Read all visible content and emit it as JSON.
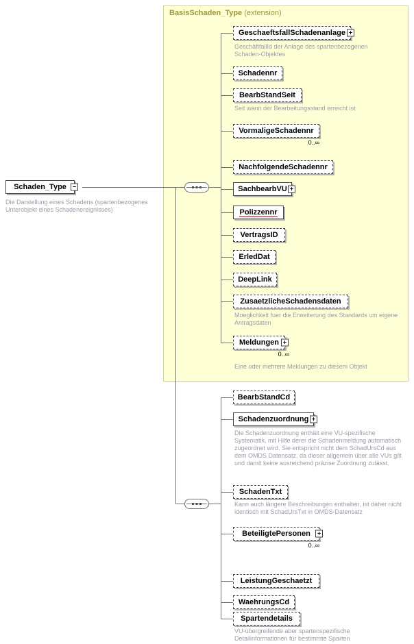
{
  "root": {
    "name": "Schaden_Type",
    "annotation": "Die Darstellung eines Schadens (spartenbezogenes Unterobjekt eines Schadenereignisses)"
  },
  "extension": {
    "title": "BasisSchaden_Type",
    "title_suffix": "(extension)",
    "items": [
      {
        "name": "GeschaeftsfallSchadenanlage",
        "annotation": "GeschäftfallId der Anlage des spartenbezogenen Schaden-Objektes"
      },
      {
        "name": "Schadennr"
      },
      {
        "name": "BearbStandSeit",
        "annotation": "Seit wann der Bearbeitungsstand erreicht ist"
      },
      {
        "name": "VormaligeSchadennr",
        "occurrence": "0..∞"
      },
      {
        "name": "NachfolgendeSchadennr"
      },
      {
        "name": "SachbearbVU"
      },
      {
        "name": "Polizzennr"
      },
      {
        "name": "VertragsID"
      },
      {
        "name": "ErledDat"
      },
      {
        "name": "DeepLink"
      },
      {
        "name": "ZusaetzlicheSchadensdaten",
        "annotation": "Moeglichkeit fuer die Erweiterung des Standards um eigene Antragsdaten"
      },
      {
        "name": "Meldungen",
        "occurrence": "0..∞",
        "annotation": "Eine oder mehrere Meldungen zu diesem Objekt"
      }
    ]
  },
  "local": {
    "items": [
      {
        "name": "BearbStandCd"
      },
      {
        "name": "Schadenzuordnung",
        "annotation": "Die Schadenzuordnung enthält eine VU-spezifische Systematik, mit Hilfe derer die Schadenmeldung automatisch zugeordnet wird. Sie entspricht nicht dem SchadUrsCd aus dem OMDS Datensatz, da dieser allgemein über alle VUs gilt und damit keine ausreichend präzise Zuordnung zulässt."
      },
      {
        "name": "SchadenTxt",
        "annotation": "Kann auch längere Beschreibungen enthalten, ist daher nicht identisch mit SchadUrsTxt in OMDS-Datensatz"
      },
      {
        "name": "BeteiligtePersonen",
        "occurrence": "0..∞"
      },
      {
        "name": "LeistungGeschaetzt"
      },
      {
        "name": "WaehrungsCd"
      },
      {
        "name": "Spartendetails",
        "annotation": "VU-übergreifende aber spartenspezifische Detailinformationen für bestimmte Sparten"
      }
    ]
  },
  "icons": {
    "expand": "+",
    "collapse": "−"
  },
  "colors": {
    "extension_bg": "#ffffd6",
    "extension_title": "#99993a",
    "annotation_text": "#9b9baa",
    "key_underline": "#c00000"
  }
}
